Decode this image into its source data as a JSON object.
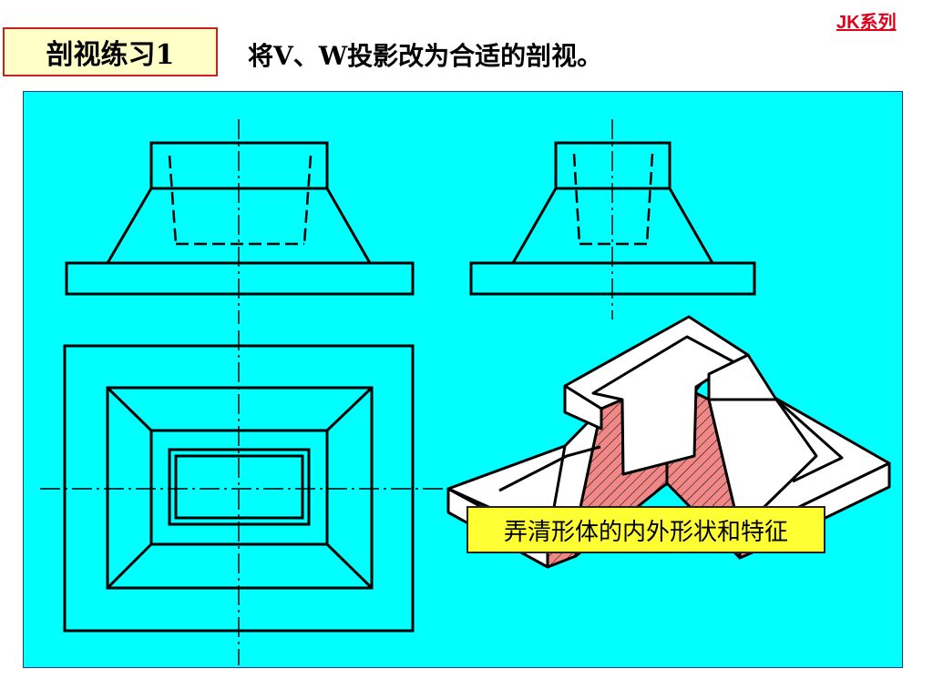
{
  "header": {
    "title": "剖视练习1",
    "instruction": "将V、W投影改为合适的剖视。",
    "series_tag": "JK系列"
  },
  "note": {
    "text": "弄清形体的内外形状和特征"
  },
  "colors": {
    "canvas_bg": "#00ffff",
    "section_fill": "#f08888",
    "title_bg": "#ffffc8",
    "note_bg": "#ffff33",
    "series_tag": "#e0001a"
  },
  "views": [
    "front-view",
    "side-view",
    "top-view",
    "isometric-view"
  ]
}
